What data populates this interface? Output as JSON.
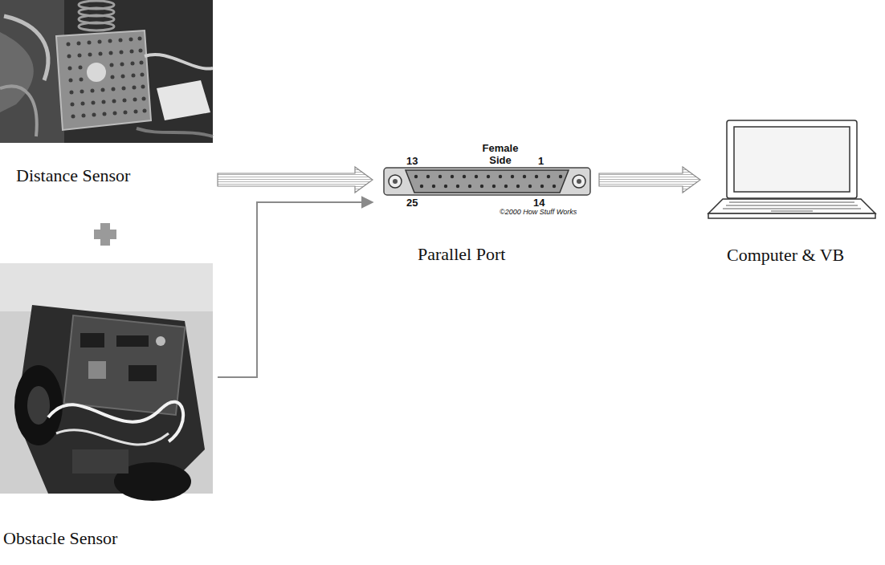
{
  "diagram": {
    "nodes": [
      {
        "text": [
          "Distance Sensor"
        ]
      },
      {
        "text": [
          "Obstacle Sensor"
        ]
      },
      {
        "text": [
          "Parallel Port"
        ]
      },
      {
        "text": [
          "Computer & VB"
        ]
      }
    ],
    "edges": [
      {
        "from": 0,
        "to": 2,
        "arrow": "to"
      },
      {
        "from": 1,
        "to": 2,
        "arrow": "to"
      },
      {
        "from": 2,
        "to": 3,
        "arrow": "to"
      }
    ],
    "labels": [
      "Female Side",
      "13",
      "1",
      "25",
      "14",
      "©2000 How Stuff Works"
    ]
  }
}
